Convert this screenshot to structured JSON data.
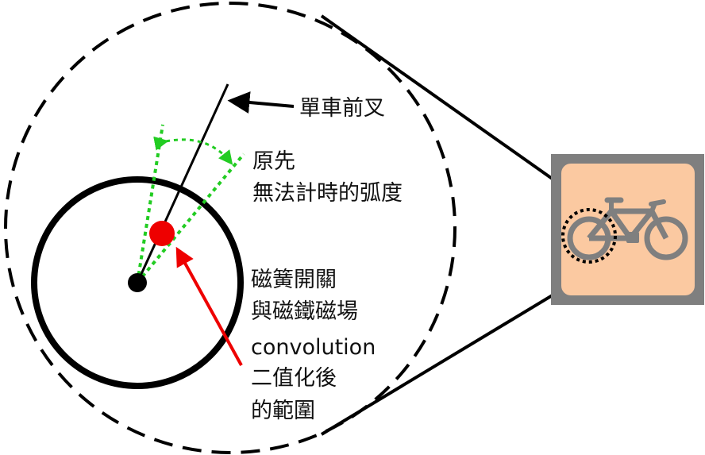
{
  "labels": {
    "fork": "單車前叉",
    "original_arc_line1": "原先",
    "original_arc_line2": "無法計時的弧度",
    "reed_range_line1": "磁簧開關",
    "reed_range_line2": "與磁鐵磁場",
    "reed_range_line3": "convolution",
    "reed_range_line4": "二值化後",
    "reed_range_line5": "的範圍"
  },
  "icons": {
    "bicycle": "bicycle-icon"
  },
  "colors": {
    "magnet": "#ee0000",
    "arc": "#22cc22",
    "arrow_red": "#ee0000",
    "icon_bg": "#fbc9a1",
    "icon_border": "#7f7f7f",
    "bicycle": "#7f7f7f",
    "line": "#000000"
  }
}
